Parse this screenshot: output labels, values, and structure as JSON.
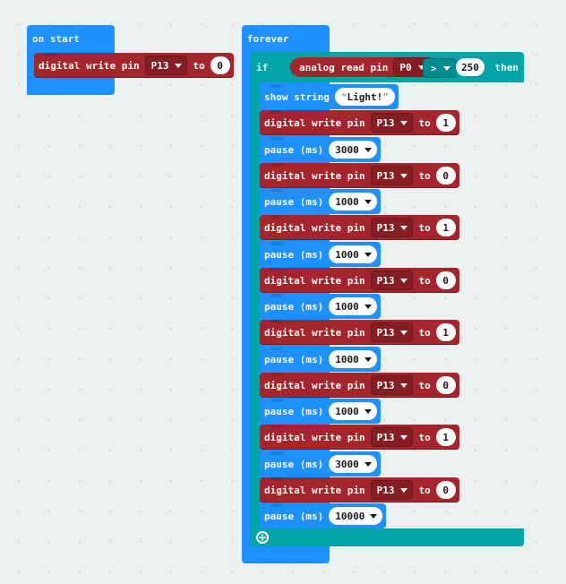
{
  "on_start": {
    "label": "on start",
    "write": {
      "label": "digital write pin",
      "pin": "P13",
      "to": "to",
      "value": "0"
    }
  },
  "forever": {
    "label": "forever",
    "if_block": {
      "if_label": "if",
      "then_label": "then",
      "condition": {
        "left": {
          "label": "analog read pin",
          "pin": "P0"
        },
        "operator": ">",
        "right": "250"
      },
      "body": [
        {
          "type": "show_string",
          "label": "show string",
          "value": "Light!"
        },
        {
          "type": "digital_write",
          "label": "digital write pin",
          "pin": "P13",
          "to": "to",
          "value": "1"
        },
        {
          "type": "pause",
          "label": "pause (ms)",
          "value": "3000"
        },
        {
          "type": "digital_write",
          "label": "digital write pin",
          "pin": "P13",
          "to": "to",
          "value": "0"
        },
        {
          "type": "pause",
          "label": "pause (ms)",
          "value": "1000"
        },
        {
          "type": "digital_write",
          "label": "digital write pin",
          "pin": "P13",
          "to": "to",
          "value": "1"
        },
        {
          "type": "pause",
          "label": "pause (ms)",
          "value": "1000"
        },
        {
          "type": "digital_write",
          "label": "digital write pin",
          "pin": "P13",
          "to": "to",
          "value": "0"
        },
        {
          "type": "pause",
          "label": "pause (ms)",
          "value": "1000"
        },
        {
          "type": "digital_write",
          "label": "digital write pin",
          "pin": "P13",
          "to": "to",
          "value": "1"
        },
        {
          "type": "pause",
          "label": "pause (ms)",
          "value": "1000"
        },
        {
          "type": "digital_write",
          "label": "digital write pin",
          "pin": "P13",
          "to": "to",
          "value": "0"
        },
        {
          "type": "pause",
          "label": "pause (ms)",
          "value": "1000"
        },
        {
          "type": "digital_write",
          "label": "digital write pin",
          "pin": "P13",
          "to": "to",
          "value": "1"
        },
        {
          "type": "pause",
          "label": "pause (ms)",
          "value": "3000"
        },
        {
          "type": "digital_write",
          "label": "digital write pin",
          "pin": "P13",
          "to": "to",
          "value": "0"
        },
        {
          "type": "pause",
          "label": "pause (ms)",
          "value": "10000"
        }
      ]
    },
    "add_icon": "plus-circle-icon"
  },
  "colors": {
    "workspace": "#ecf0f1",
    "basic": "#1e90ff",
    "pins": "#a4262c",
    "logic": "#00a4a6",
    "field": "#ffffff"
  }
}
